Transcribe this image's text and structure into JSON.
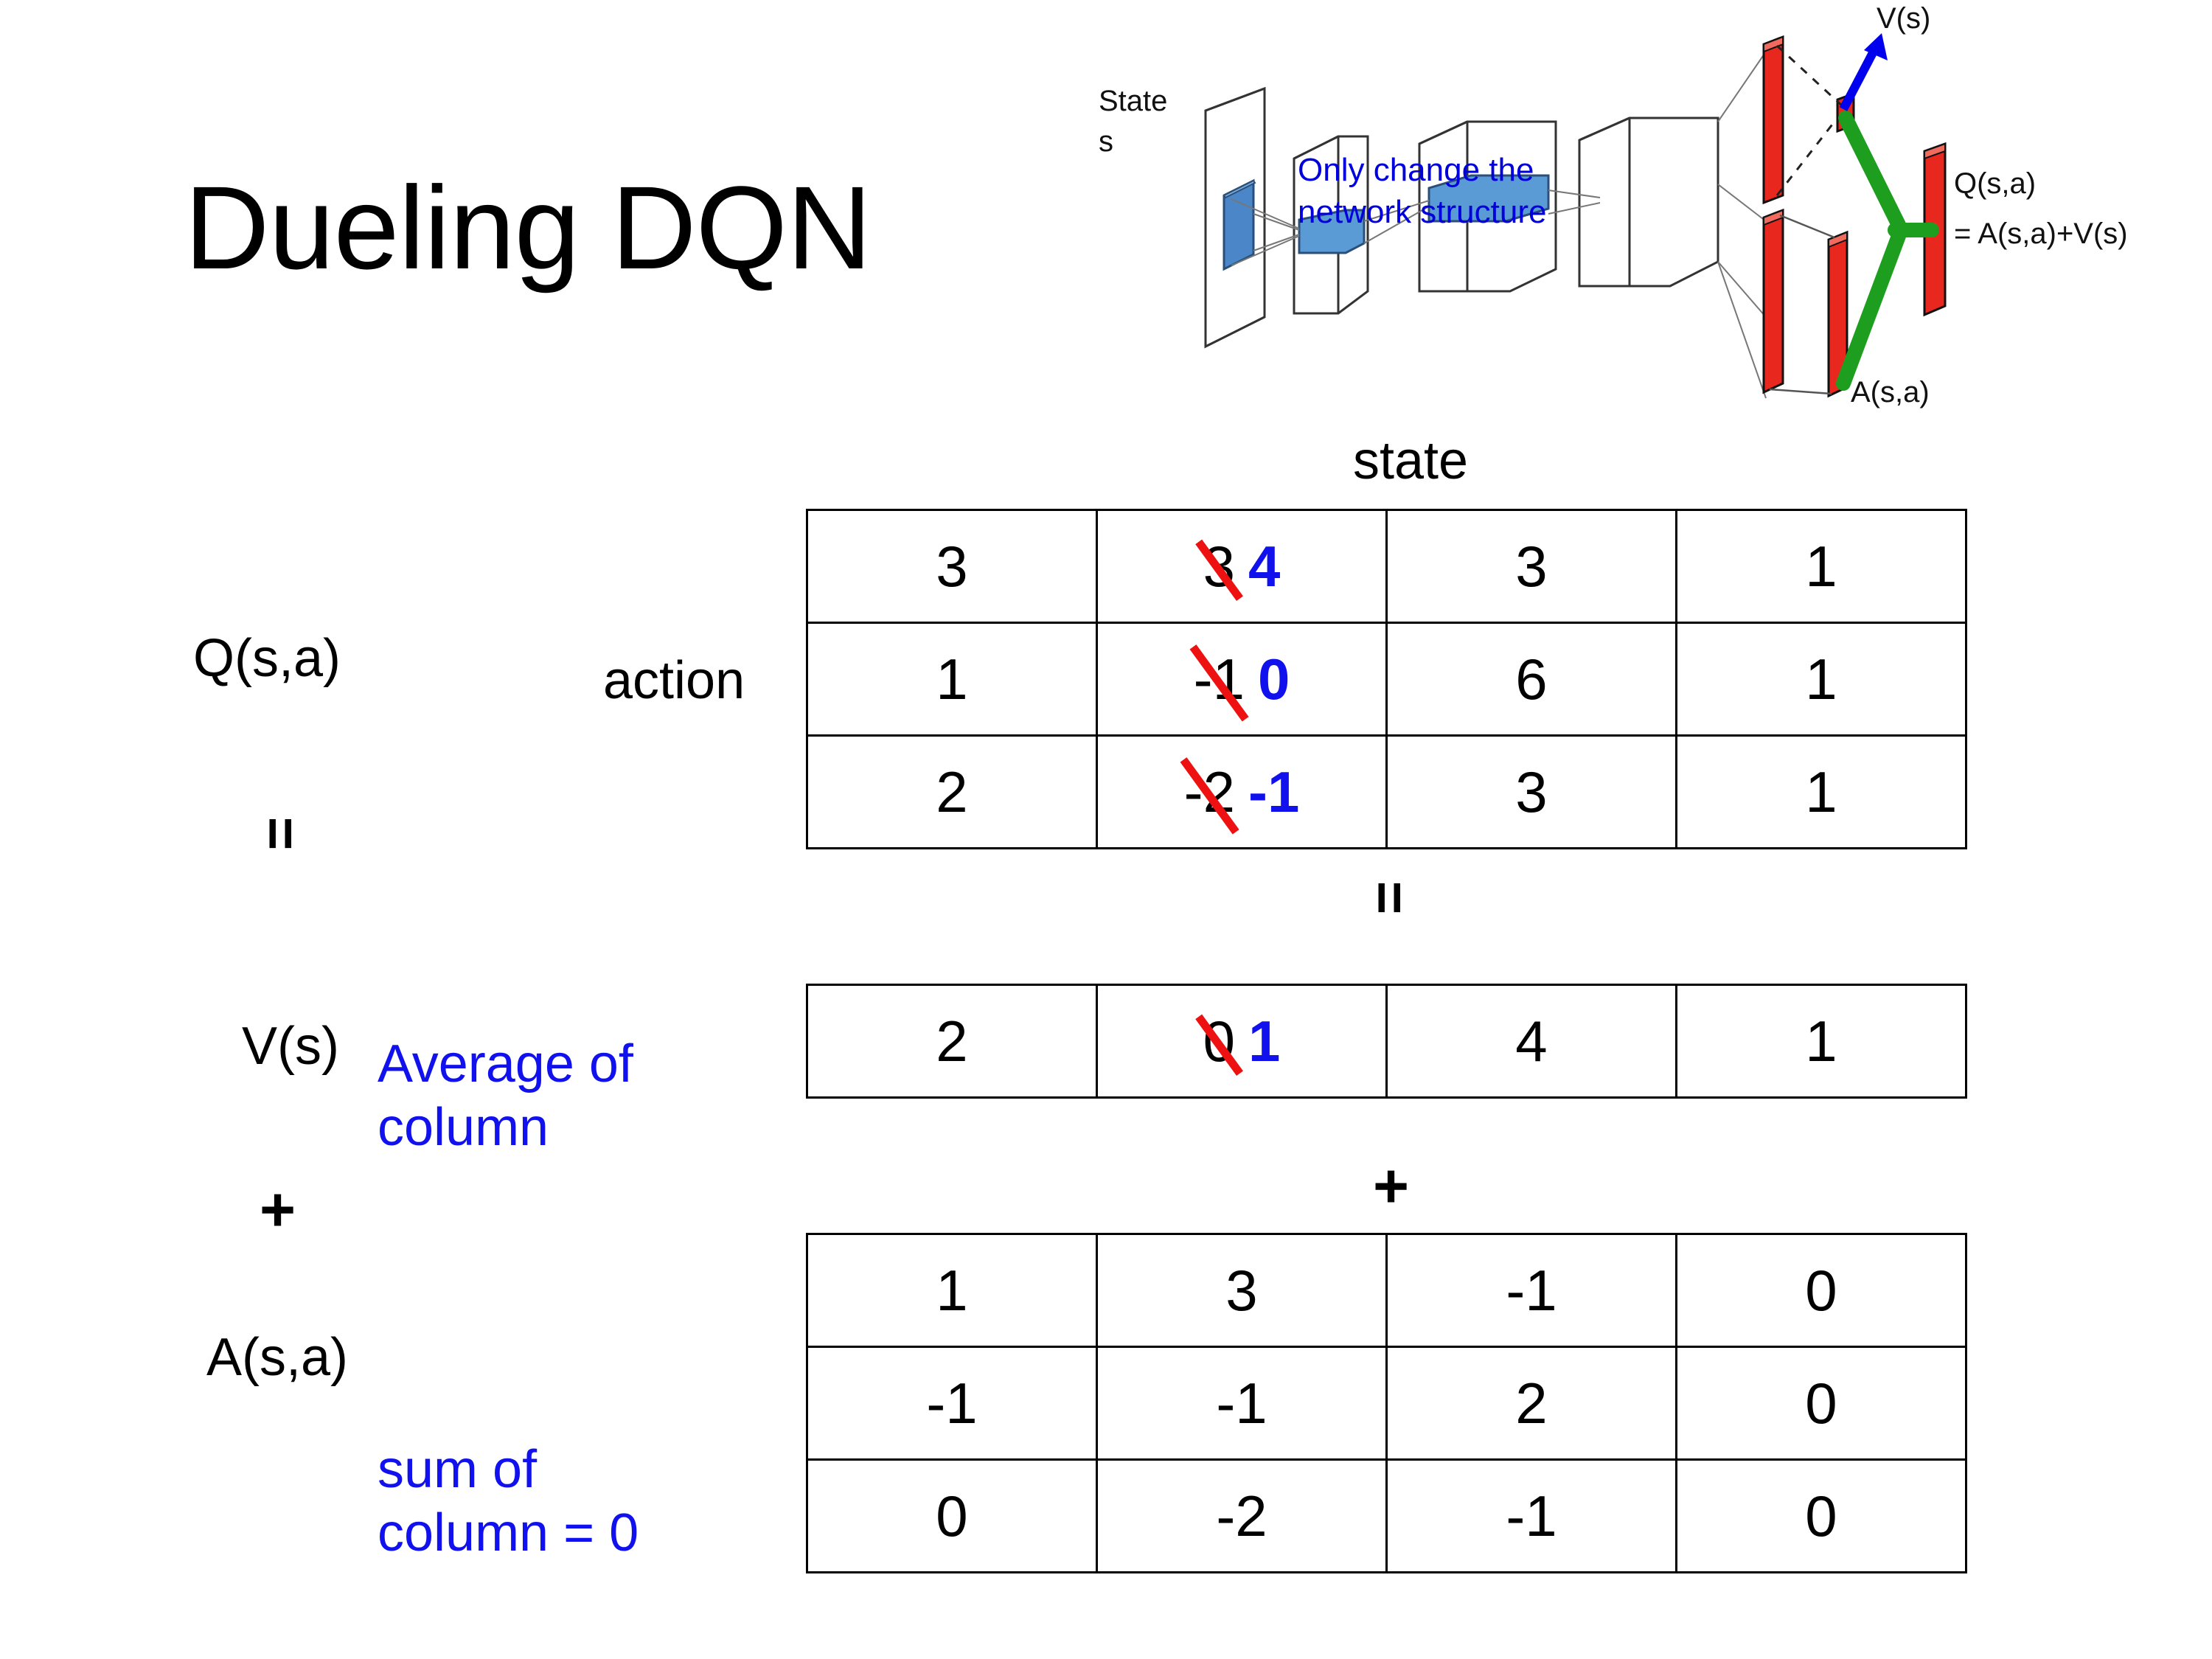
{
  "title": "Dueling DQN",
  "diagram": {
    "state_label_line1": "State",
    "state_label_line2": "s",
    "note_line1": "Only change the",
    "note_line2": "network structure",
    "v_label": "V(s)",
    "a_label": "A(s,a)",
    "q_label_line1": "Q(s,a)",
    "q_label_line2": "= A(s,a)+V(s)",
    "colors": {
      "note_blue": "#0000DD",
      "arrow_blue": "#0000EE",
      "bar_red": "#E8281E",
      "connector_green": "#1E9E1E",
      "layer_blue": "#5B9BD5"
    }
  },
  "labels": {
    "state_axis": "state",
    "action_axis": "action",
    "q_label": "Q(s,a)",
    "equals_1": "=",
    "equals_2": "=",
    "v_label": "V(s)",
    "v_note_line1": "Average of",
    "v_note_line2": "column",
    "plus_left": "+",
    "plus_mid": "+",
    "a_label": "A(s,a)",
    "a_note_line1": "sum of",
    "a_note_line2": "column = 0"
  },
  "colors": {
    "blue_text": "#1111EE",
    "strike_red": "#EE1111",
    "border": "#000000"
  },
  "chart_data": {
    "type": "table",
    "title": "Dueling DQN decomposition Q(s,a) = V(s) + A(s,a)",
    "xlabel": "state",
    "ylabel": "action",
    "tables": [
      {
        "name": "Q(s,a)",
        "rows": 3,
        "cols": 4,
        "values": [
          [
            "3",
            "3",
            "3",
            "1"
          ],
          [
            "1",
            "-1",
            "6",
            "1"
          ],
          [
            "2",
            "-2",
            "3",
            "1"
          ]
        ],
        "edits": {
          "column_index": 1,
          "old_values": [
            "3",
            "-1",
            "-2"
          ],
          "new_values": [
            "4",
            "0",
            "-1"
          ]
        }
      },
      {
        "name": "V(s)",
        "rows": 1,
        "cols": 4,
        "values": [
          [
            "2",
            "0",
            "4",
            "1"
          ]
        ],
        "edits": {
          "column_index": 1,
          "old_values": [
            "0"
          ],
          "new_values": [
            "1"
          ]
        }
      },
      {
        "name": "A(s,a)",
        "rows": 3,
        "cols": 4,
        "values": [
          [
            "1",
            "3",
            "-1",
            "0"
          ],
          [
            "-1",
            "-1",
            "2",
            "0"
          ],
          [
            "0",
            "-2",
            "-1",
            "0"
          ]
        ],
        "edits": null
      }
    ]
  }
}
